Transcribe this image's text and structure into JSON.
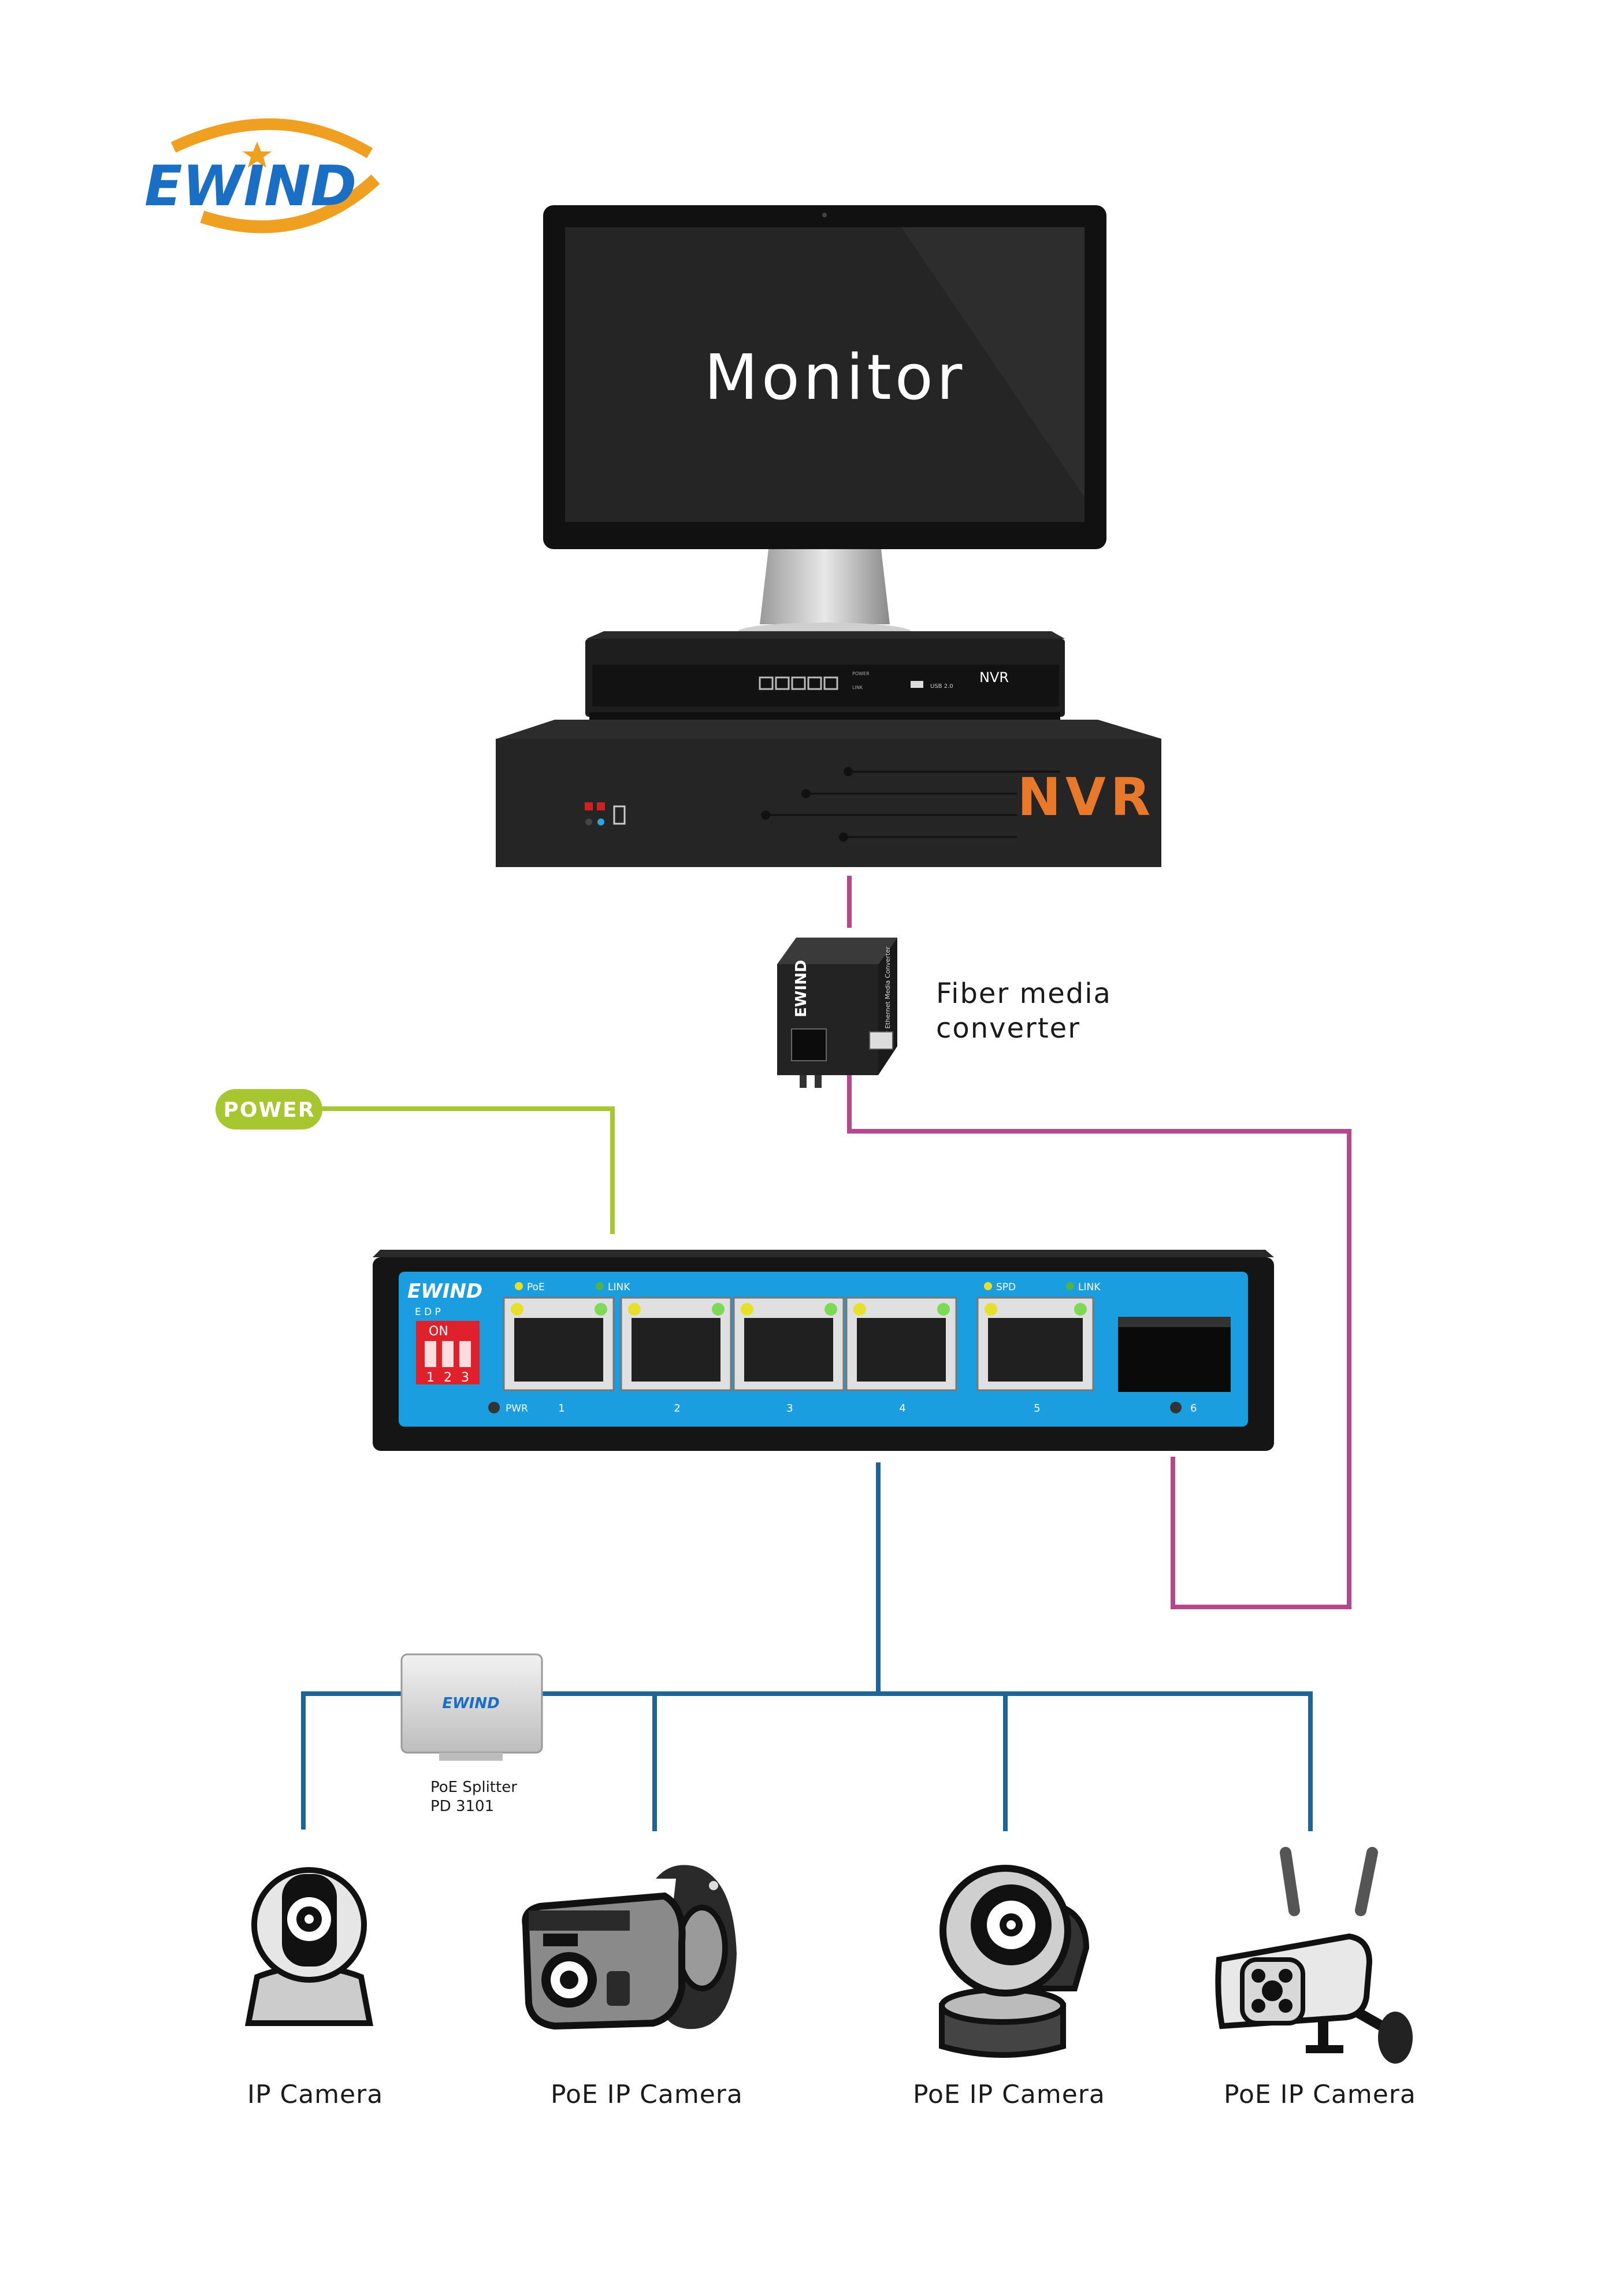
{
  "brand": {
    "logo_text": "EWIND",
    "colors": {
      "logo_blue": "#1a6fc4",
      "logo_orange": "#f0a020"
    }
  },
  "monitor": {
    "label": "Monitor"
  },
  "nvr": {
    "label": "NVR",
    "panel_label": "NVR",
    "panel_usb": "USB 2.0",
    "panel_power": "POWER",
    "panel_link": "LINK"
  },
  "fiber_converter": {
    "label_line1": "Fiber media",
    "label_line2": "converter",
    "device_text": "Fiber Ethernet Media Converter"
  },
  "power": {
    "label": "POWER"
  },
  "switch": {
    "brand": "EWIND",
    "dip_letters": "E   D   P",
    "dip_on": "ON",
    "dip_numbers": [
      "1",
      "2",
      "3"
    ],
    "led_labels": {
      "poe": "PoE",
      "link": "LINK",
      "spd": "SPD",
      "link2": "LINK",
      "pwr": "PWR"
    },
    "ports": [
      "1",
      "2",
      "3",
      "4",
      "5",
      "6"
    ]
  },
  "splitter": {
    "brand": "EWIND",
    "label_line1": "PoE Splitter",
    "label_line2": "PD 3101"
  },
  "cameras": [
    {
      "label": "IP Camera",
      "icon": "dome-camera-icon"
    },
    {
      "label": "PoE IP Camera",
      "icon": "bullet-camera-icon"
    },
    {
      "label": "PoE IP Camera",
      "icon": "ptz-camera-icon"
    },
    {
      "label": "PoE IP Camera",
      "icon": "wifi-bullet-camera-icon"
    }
  ],
  "line_colors": {
    "fiber": "#b5478c",
    "power": "#a8c630",
    "ethernet": "#1f6496"
  },
  "accent_colors": {
    "nvr_orange": "#e8792a",
    "switch_blue": "#1a9ee0",
    "dip_red": "#e0202a"
  }
}
